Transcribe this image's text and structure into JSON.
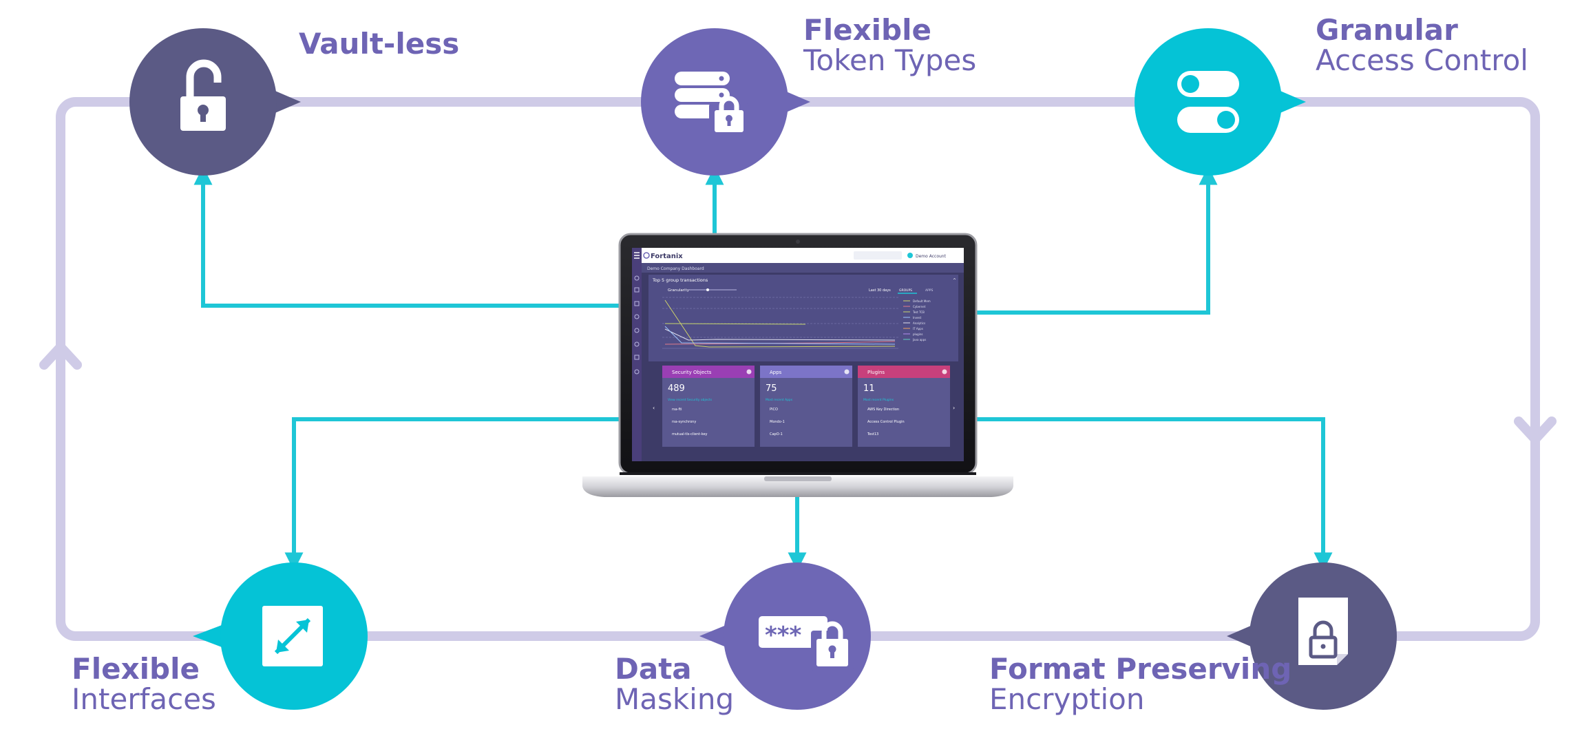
{
  "features": {
    "vaultless": {
      "title": "Vault-less",
      "subtitle": "",
      "icon": "unlocked-padlock-icon",
      "color": "#5b5a85"
    },
    "token_types": {
      "title": "Flexible",
      "subtitle": "Token Types",
      "icon": "database-lock-icon",
      "color": "#6e67b5"
    },
    "access_control": {
      "title": "Granular",
      "subtitle": "Access Control",
      "icon": "toggle-switches-icon",
      "color": "#05c3d6"
    },
    "interfaces": {
      "title": "Flexible",
      "subtitle": "Interfaces",
      "icon": "expand-arrows-icon",
      "color": "#05c3d6"
    },
    "masking": {
      "title": "Data",
      "subtitle": "Masking",
      "icon": "password-lock-icon",
      "color": "#6e67b5"
    },
    "fpe": {
      "title": "Format Preserving",
      "subtitle": "Encryption",
      "icon": "file-lock-icon",
      "color": "#5b5a85"
    }
  },
  "colors": {
    "cycle_line": "#cfcbe7",
    "connector": "#1ec6d6",
    "label": "#6e64b4"
  },
  "laptop": {
    "brand": "Fortanix",
    "breadcrumb": "Demo Company Dashboard",
    "user": "Demo Account",
    "chart_title": "Top 5 group transactions",
    "granularity": "Granularity",
    "range": "Last 30 days",
    "tab_groups": "GROUPS",
    "tab_apps": "APPS",
    "legend": [
      "Default Mem",
      "Cybernet",
      "Test TCB",
      "Invest",
      "Analytics",
      "IT Apps",
      "plugins",
      "Java apps"
    ],
    "cards": [
      {
        "title": "Security Objects",
        "count": "489",
        "link": "View recent Security objects",
        "rows": [
          "rsa-fti",
          "rsa-synchrony",
          "mutual-tls-client-key"
        ]
      },
      {
        "title": "Apps",
        "count": "75",
        "link": "Most recent Apps",
        "rows": [
          "PICO",
          "Mondo-1",
          "CapO-1"
        ]
      },
      {
        "title": "Plugins",
        "count": "11",
        "link": "Most recent Plugins",
        "rows": [
          "AWS Key Direction",
          "Access Control Plugin",
          "Test13"
        ]
      }
    ]
  }
}
